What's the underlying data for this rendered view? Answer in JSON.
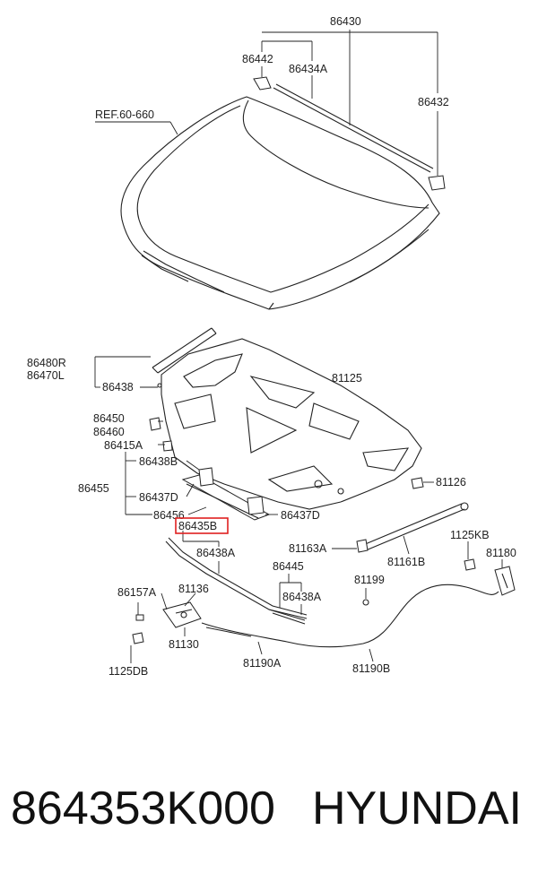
{
  "labels": {
    "l86430": "86430",
    "l86442": "86442",
    "l86434A": "86434A",
    "l86432": "86432",
    "lRef": "REF.60-660",
    "l86480R": "86480R",
    "l86470L": "86470L",
    "l86438a": "86438",
    "l81125": "81125",
    "l86450": "86450",
    "l86460": "86460",
    "l86415A": "86415A",
    "l86438B": "86438B",
    "l86455": "86455",
    "l86437Da": "86437D",
    "l86456": "86456",
    "l86437Db": "86437D",
    "l81126": "81126",
    "l86435B": "86435B",
    "l86438Aa": "86438A",
    "l1125KB": "1125KB",
    "l81180": "81180",
    "l81163A": "81163A",
    "l81161B": "81161B",
    "l86445": "86445",
    "l86157A": "86157A",
    "l81136": "81136",
    "l86438Ab": "86438A",
    "l81199": "81199",
    "l81130": "81130",
    "l1125DB": "1125DB",
    "l81190A": "81190A",
    "l81190B": "81190B"
  },
  "highlight_color": "#e02020",
  "caption": {
    "part_number": "864353K000",
    "brand": "HYUNDAI"
  }
}
